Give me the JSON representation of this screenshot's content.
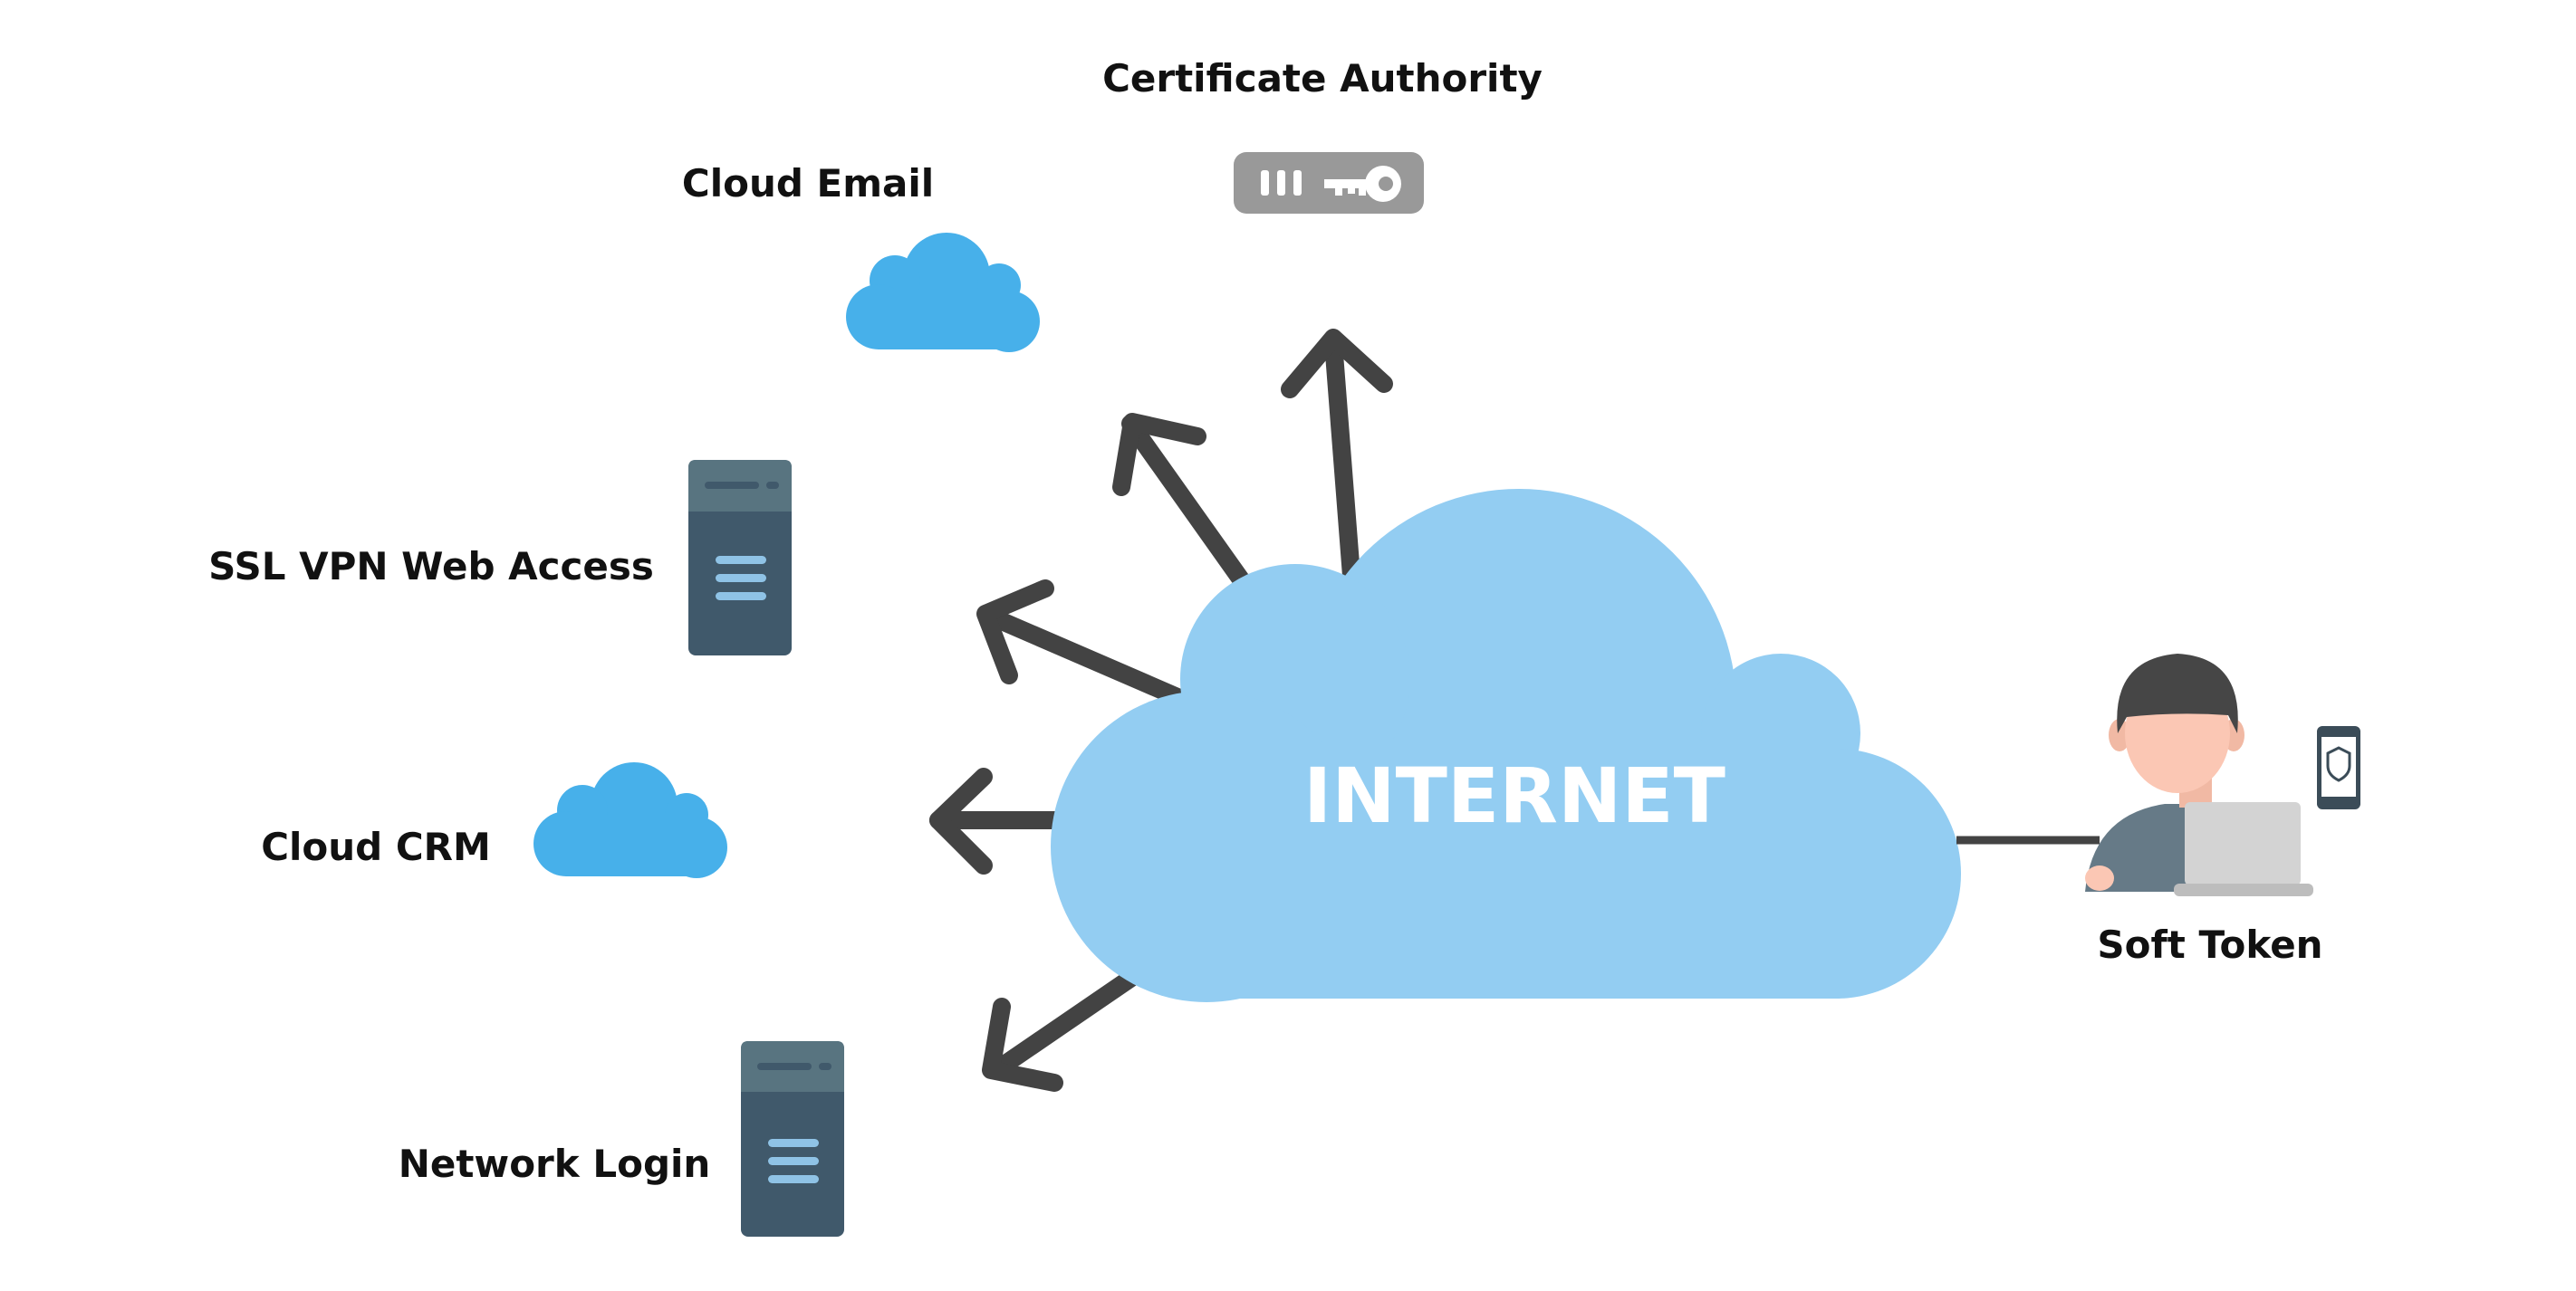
{
  "center": {
    "label": "INTERNET"
  },
  "nodes": {
    "certificate_authority": {
      "label": "Certificate Authority",
      "icon": "key-device-icon"
    },
    "cloud_email": {
      "label": "Cloud Email",
      "icon": "cloud-icon"
    },
    "ssl_vpn": {
      "label": "SSL VPN Web Access",
      "icon": "server-icon"
    },
    "cloud_crm": {
      "label": "Cloud CRM",
      "icon": "cloud-icon"
    },
    "network_login": {
      "label": "Network Login",
      "icon": "server-icon"
    },
    "soft_token": {
      "label": "Soft Token",
      "icon": "user-laptop-phone-icon"
    }
  },
  "colors": {
    "internet_cloud": "#93cdf2",
    "service_cloud": "#47b0ea",
    "server_body": "#40596b",
    "server_top": "#587480",
    "server_lines": "#8fc3e6",
    "key_device": "#999999",
    "arrow": "#434343",
    "label_text": "#111111"
  }
}
